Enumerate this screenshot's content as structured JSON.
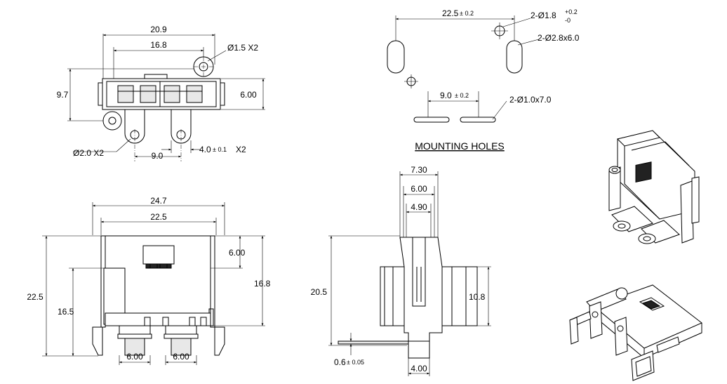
{
  "top_view": {
    "d_20_9": "20.9",
    "d_16_8": "16.8",
    "d_9_7": "9.7",
    "d_6_00": "6.00",
    "phi_1_5": "Ø1.5  X2",
    "phi_2_0": "Ø2.0  X2",
    "d_9_0": "9.0",
    "d_4_0": "4.0",
    "tol_4_0": "± 0.1",
    "x2": "X2"
  },
  "mounting_holes": {
    "title": "MOUNTING HOLES",
    "d_22_5": "22.5",
    "tol_22_5": "± 0.2",
    "phi_1_8": "2-Ø1.8",
    "tol_plus": "+0.2",
    "tol_minus": "-0",
    "slot_2_8": "2-Ø2.8x6.0",
    "d_9_0": "9.0",
    "tol_9_0": "± 0.2",
    "slot_1_0": "2-Ø1.0x7.0"
  },
  "front_view": {
    "d_24_7": "24.7",
    "d_22_5": "22.5",
    "d_6_00_top": "6.00",
    "d_22_5_h": "22.5",
    "d_16_5": "16.5",
    "d_16_8": "16.8",
    "d_6_00_l": "6.00",
    "d_6_00_r": "6.00"
  },
  "side_view": {
    "d_7_30": "7.30",
    "d_6_00": "6.00",
    "d_4_90": "4.90",
    "d_20_5": "20.5",
    "d_10_8": "10.8",
    "d_0_6": "0.6",
    "tol_0_6": "± 0.05",
    "d_4_00": "4.00"
  }
}
